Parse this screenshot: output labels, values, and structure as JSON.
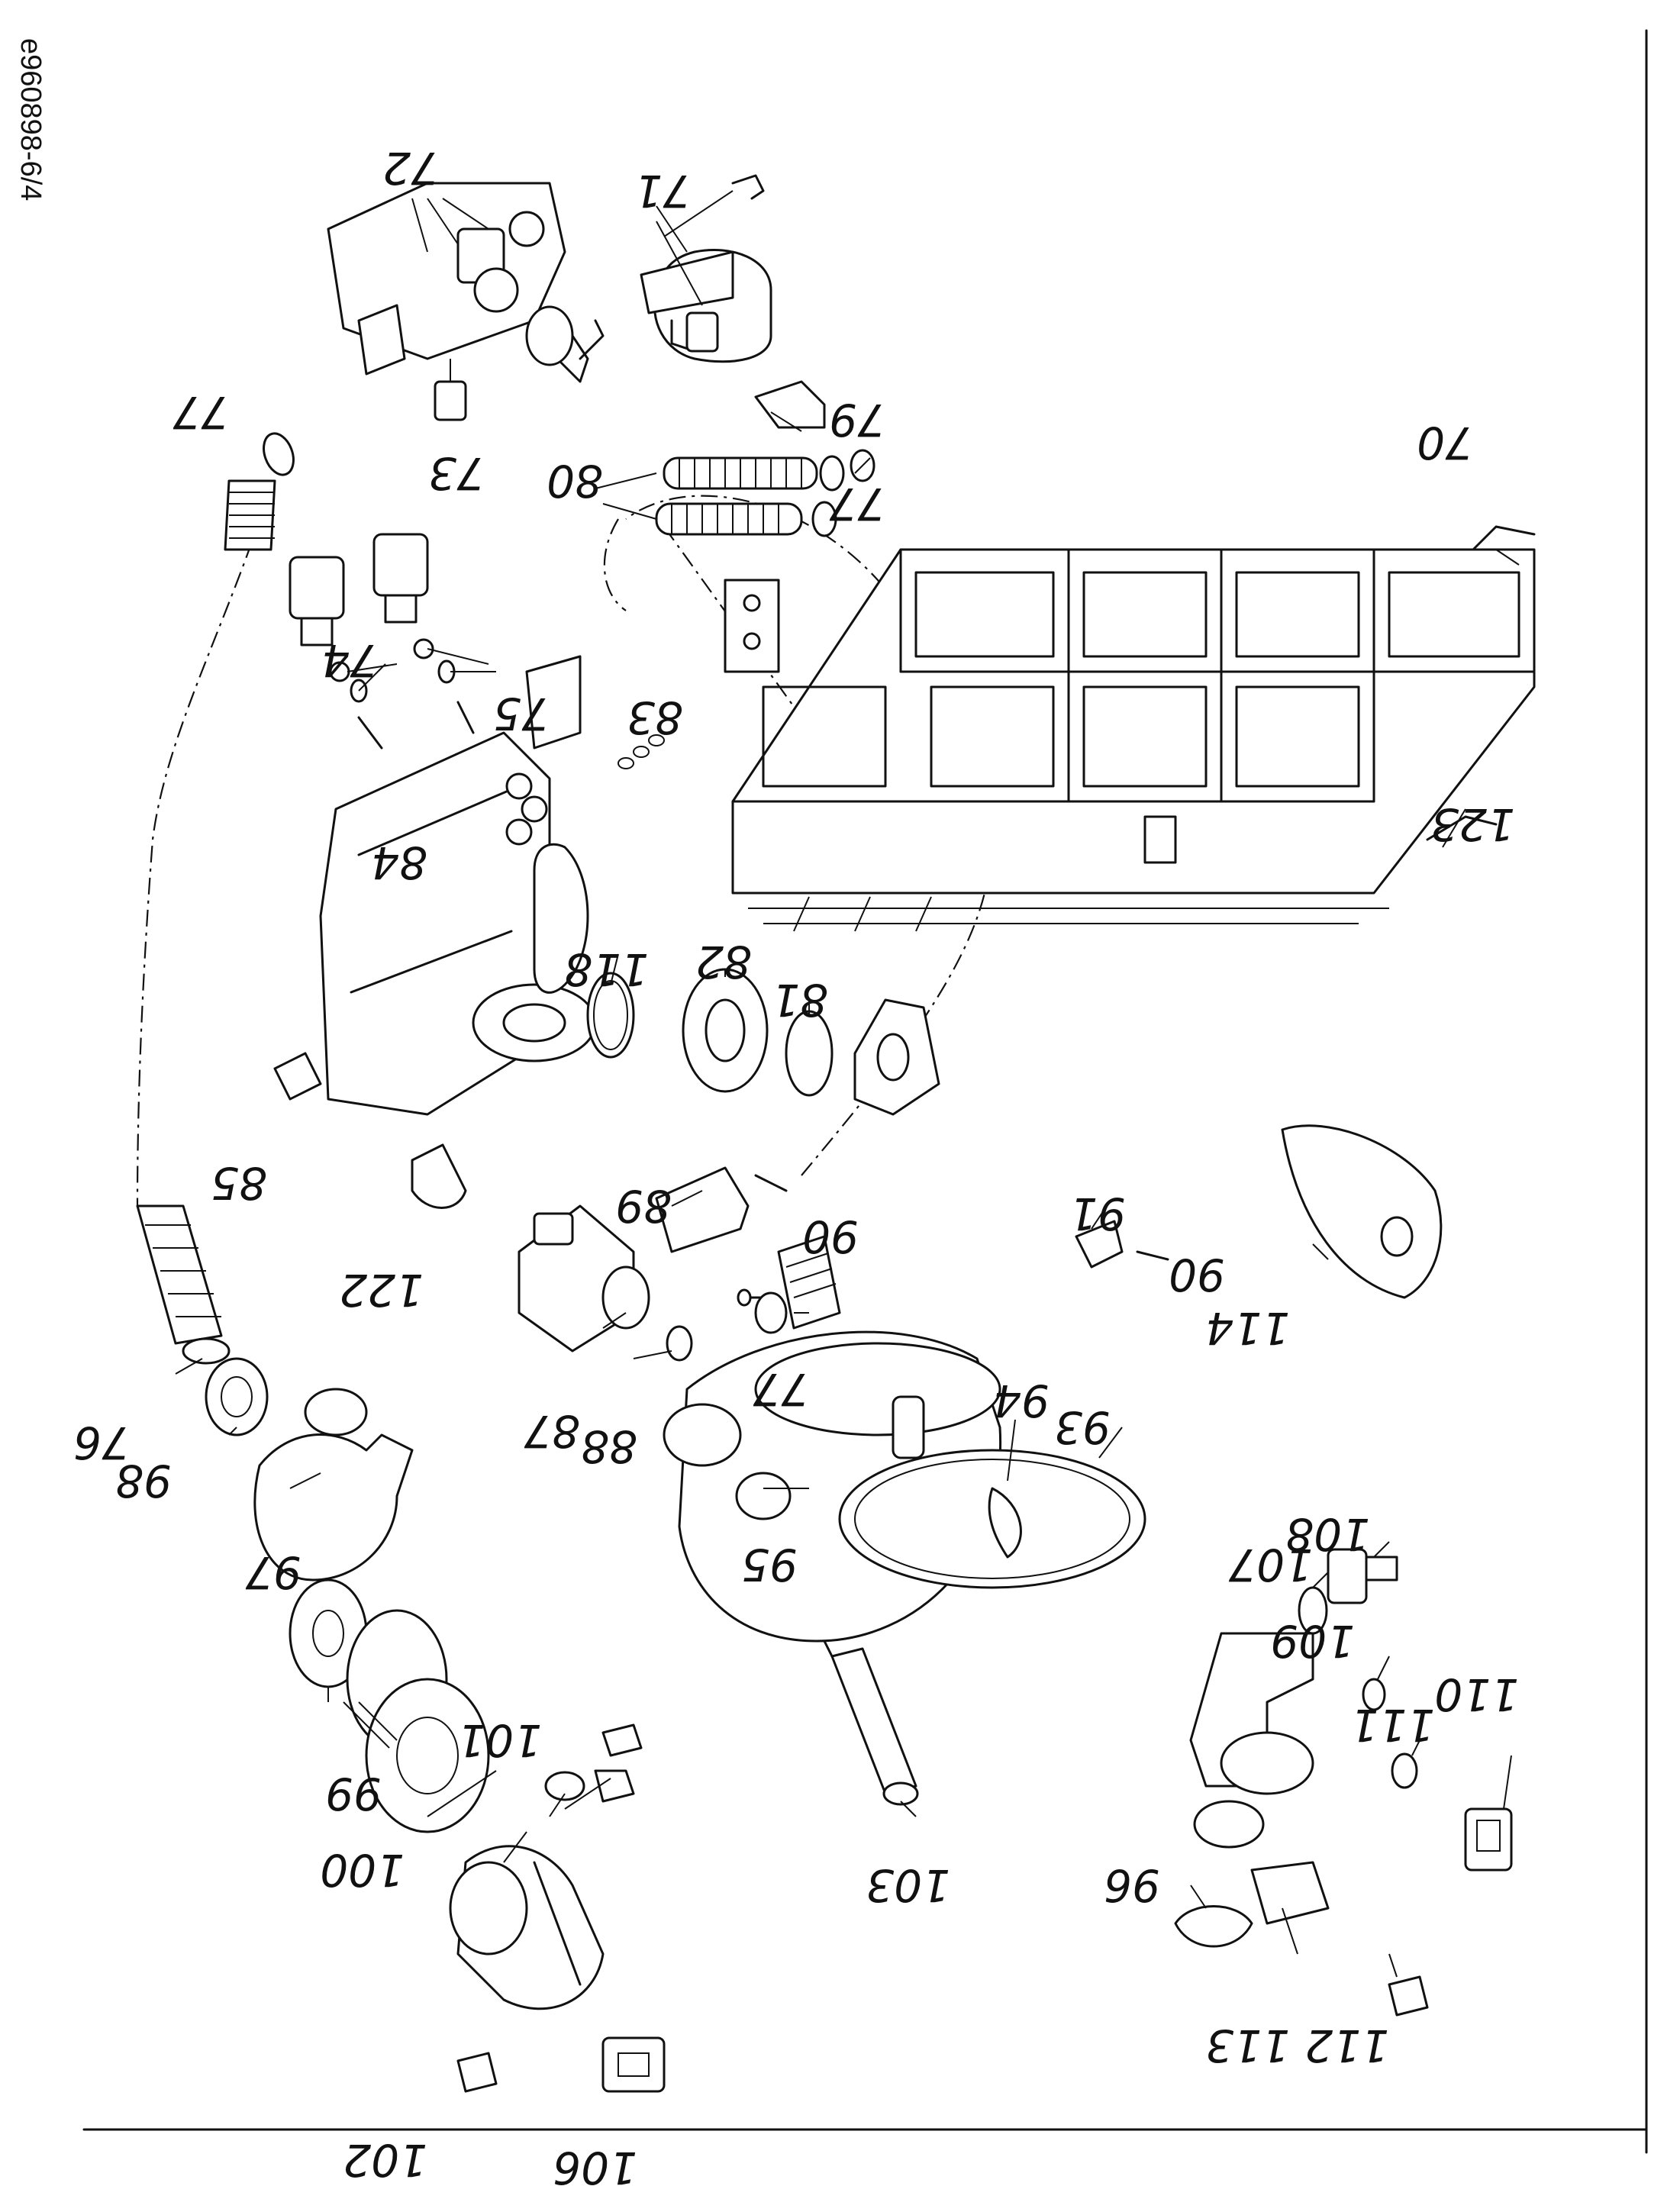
{
  "drawing_id": "e960898-6/4",
  "callouts": [
    {
      "id": "c72",
      "text": "72"
    },
    {
      "id": "c71",
      "text": "71"
    },
    {
      "id": "c77a",
      "text": "77"
    },
    {
      "id": "c73",
      "text": "73"
    },
    {
      "id": "c74",
      "text": "74"
    },
    {
      "id": "c75",
      "text": "75"
    },
    {
      "id": "c80",
      "text": "80"
    },
    {
      "id": "c79",
      "text": "79"
    },
    {
      "id": "c77b",
      "text": "77"
    },
    {
      "id": "c70",
      "text": "70"
    },
    {
      "id": "c83",
      "text": "83"
    },
    {
      "id": "c84",
      "text": "84"
    },
    {
      "id": "c85",
      "text": "85"
    },
    {
      "id": "c118",
      "text": "118"
    },
    {
      "id": "c82",
      "text": "82"
    },
    {
      "id": "c81",
      "text": "81"
    },
    {
      "id": "c123",
      "text": "123"
    },
    {
      "id": "c122",
      "text": "122"
    },
    {
      "id": "c76",
      "text": "76"
    },
    {
      "id": "c98",
      "text": "98"
    },
    {
      "id": "c97",
      "text": "97"
    },
    {
      "id": "c99",
      "text": "99"
    },
    {
      "id": "c101",
      "text": "101"
    },
    {
      "id": "c100",
      "text": "100"
    },
    {
      "id": "c102",
      "text": "102"
    },
    {
      "id": "c106",
      "text": "106"
    },
    {
      "id": "c103",
      "text": "103"
    },
    {
      "id": "c87",
      "text": "87"
    },
    {
      "id": "c88",
      "text": "88"
    },
    {
      "id": "c89",
      "text": "89"
    },
    {
      "id": "c90a",
      "text": "90"
    },
    {
      "id": "c77c",
      "text": "77"
    },
    {
      "id": "c91",
      "text": "91"
    },
    {
      "id": "c90b",
      "text": "90"
    },
    {
      "id": "c95",
      "text": "95"
    },
    {
      "id": "c93",
      "text": "93"
    },
    {
      "id": "c94",
      "text": "94"
    },
    {
      "id": "c114",
      "text": "114"
    },
    {
      "id": "c108",
      "text": "108"
    },
    {
      "id": "c107",
      "text": "107"
    },
    {
      "id": "c109",
      "text": "109"
    },
    {
      "id": "c111",
      "text": "111"
    },
    {
      "id": "c110",
      "text": "110"
    },
    {
      "id": "c96",
      "text": "96"
    },
    {
      "id": "c113",
      "text": "113"
    },
    {
      "id": "c112",
      "text": "112"
    }
  ]
}
